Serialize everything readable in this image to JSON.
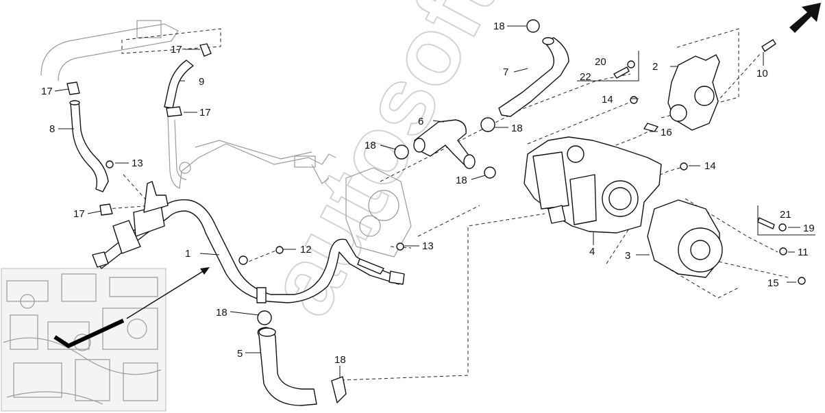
{
  "watermark": "autosoft",
  "callouts": [
    {
      "id": "c1",
      "text": "1"
    },
    {
      "id": "c2",
      "text": "2"
    },
    {
      "id": "c3",
      "text": "3"
    },
    {
      "id": "c4",
      "text": "4"
    },
    {
      "id": "c5",
      "text": "5"
    },
    {
      "id": "c6",
      "text": "6"
    },
    {
      "id": "c7",
      "text": "7"
    },
    {
      "id": "c8",
      "text": "8"
    },
    {
      "id": "c9",
      "text": "9"
    },
    {
      "id": "c10",
      "text": "10"
    },
    {
      "id": "c11",
      "text": "11"
    },
    {
      "id": "c12",
      "text": "12"
    },
    {
      "id": "c13a",
      "text": "13"
    },
    {
      "id": "c13b",
      "text": "13"
    },
    {
      "id": "c14a",
      "text": "14"
    },
    {
      "id": "c14b",
      "text": "14"
    },
    {
      "id": "c15",
      "text": "15"
    },
    {
      "id": "c16",
      "text": "16"
    },
    {
      "id": "c17a",
      "text": "17"
    },
    {
      "id": "c17b",
      "text": "17"
    },
    {
      "id": "c17c",
      "text": "17"
    },
    {
      "id": "c17d",
      "text": "17"
    },
    {
      "id": "c18a",
      "text": "18"
    },
    {
      "id": "c18b",
      "text": "18"
    },
    {
      "id": "c18c",
      "text": "18"
    },
    {
      "id": "c18d",
      "text": "18"
    },
    {
      "id": "c18e",
      "text": "18"
    },
    {
      "id": "c18f",
      "text": "18"
    },
    {
      "id": "c19",
      "text": "19"
    },
    {
      "id": "c20",
      "text": "20"
    },
    {
      "id": "c21",
      "text": "21"
    },
    {
      "id": "c22",
      "text": "22"
    }
  ],
  "icons": {
    "front_arrow": "direction-arrow-icon"
  }
}
